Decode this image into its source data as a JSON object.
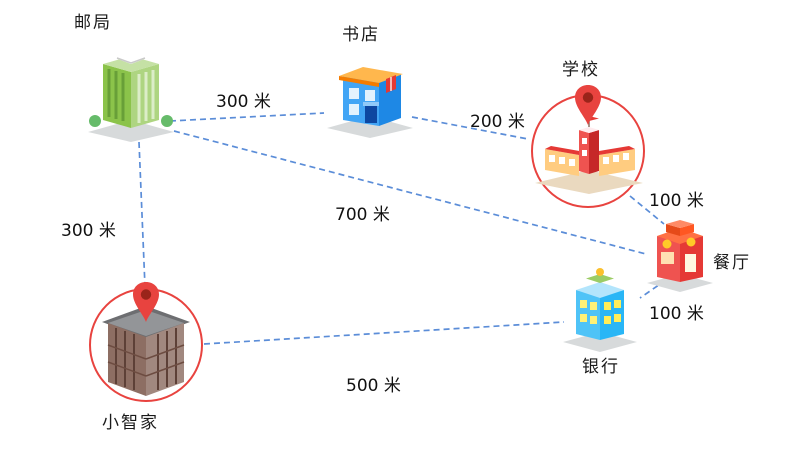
{
  "diagram": {
    "background": "#ffffff",
    "line_color": "#5b8dd8",
    "highlight_color": "#e8433f"
  },
  "nodes": {
    "post_office": {
      "label": "邮局"
    },
    "bookstore": {
      "label": "书店"
    },
    "school": {
      "label": "学校",
      "highlighted": true
    },
    "restaurant": {
      "label": "餐厅"
    },
    "bank": {
      "label": "银行"
    },
    "home": {
      "label": "小智家",
      "highlighted": true
    }
  },
  "edges": [
    {
      "from": "post_office",
      "to": "bookstore",
      "label": "300 米"
    },
    {
      "from": "bookstore",
      "to": "school",
      "label": "200 米"
    },
    {
      "from": "school",
      "to": "restaurant",
      "label": "100 米"
    },
    {
      "from": "post_office",
      "to": "restaurant",
      "label": "700 米"
    },
    {
      "from": "post_office",
      "to": "home",
      "label": "300 米"
    },
    {
      "from": "restaurant",
      "to": "bank",
      "label": "100 米"
    },
    {
      "from": "home",
      "to": "bank",
      "label": "500 米"
    }
  ]
}
